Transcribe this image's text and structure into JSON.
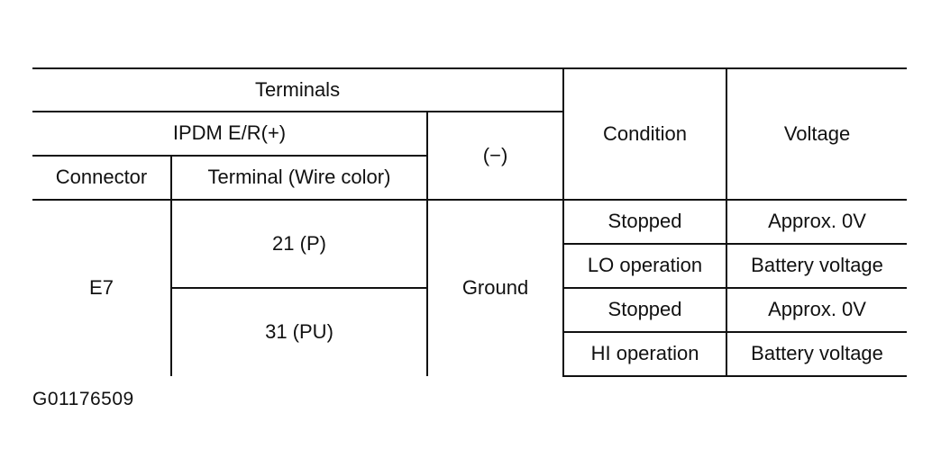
{
  "table": {
    "header": {
      "terminals": "Terminals",
      "ipdm": "IPDM E/R(+)",
      "negative": "(−)",
      "condition": "Condition",
      "voltage": "Voltage",
      "connector": "Connector",
      "terminal_wire": "Terminal (Wire color)"
    },
    "connector": "E7",
    "ground": "Ground",
    "terminals": [
      {
        "terminal": "21 (P)",
        "rows": [
          {
            "condition": "Stopped",
            "voltage": "Approx. 0V"
          },
          {
            "condition": "LO operation",
            "voltage": "Battery voltage"
          }
        ]
      },
      {
        "terminal": "31 (PU)",
        "rows": [
          {
            "condition": "Stopped",
            "voltage": "Approx. 0V"
          },
          {
            "condition": "HI operation",
            "voltage": "Battery voltage"
          }
        ]
      }
    ]
  },
  "figure_code": "G01176509"
}
